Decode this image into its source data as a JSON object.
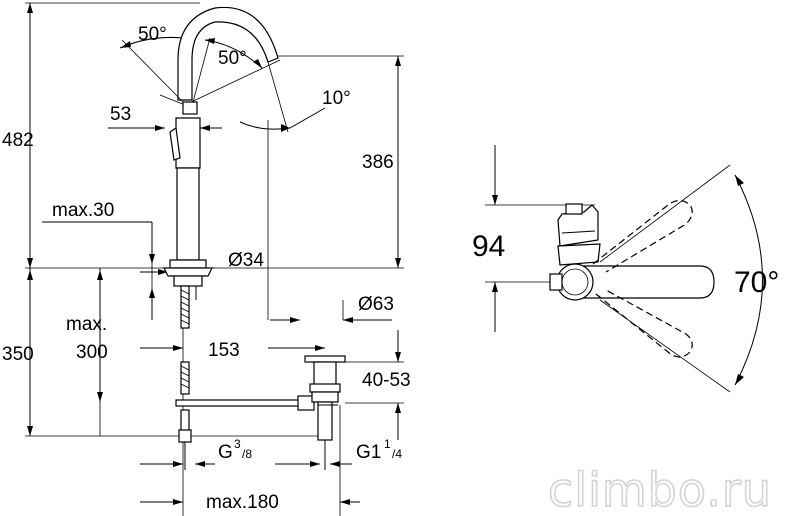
{
  "dimensions": {
    "total_height": "482",
    "below_height": "350",
    "spout_height": "386",
    "spout_angle_left": "50°",
    "spout_angle_right": "50°",
    "tilt_angle": "10°",
    "handle_offset": "53",
    "max_deck": "max.30",
    "base_diameter": "Ø34",
    "waste_diameter": "Ø63",
    "max_hose_word": "max.",
    "max_hose_value": "300",
    "waste_offset": "153",
    "waste_range": "40-53",
    "thread_left_main": "G",
    "thread_left_sup": "3",
    "thread_left_sub": "/8",
    "thread_right_main": "G1",
    "thread_right_sup": "1",
    "thread_right_sub": "/4",
    "max_width": "max.180",
    "lever_height": "94",
    "lever_angle": "70°"
  },
  "watermark": "climbo.ru"
}
